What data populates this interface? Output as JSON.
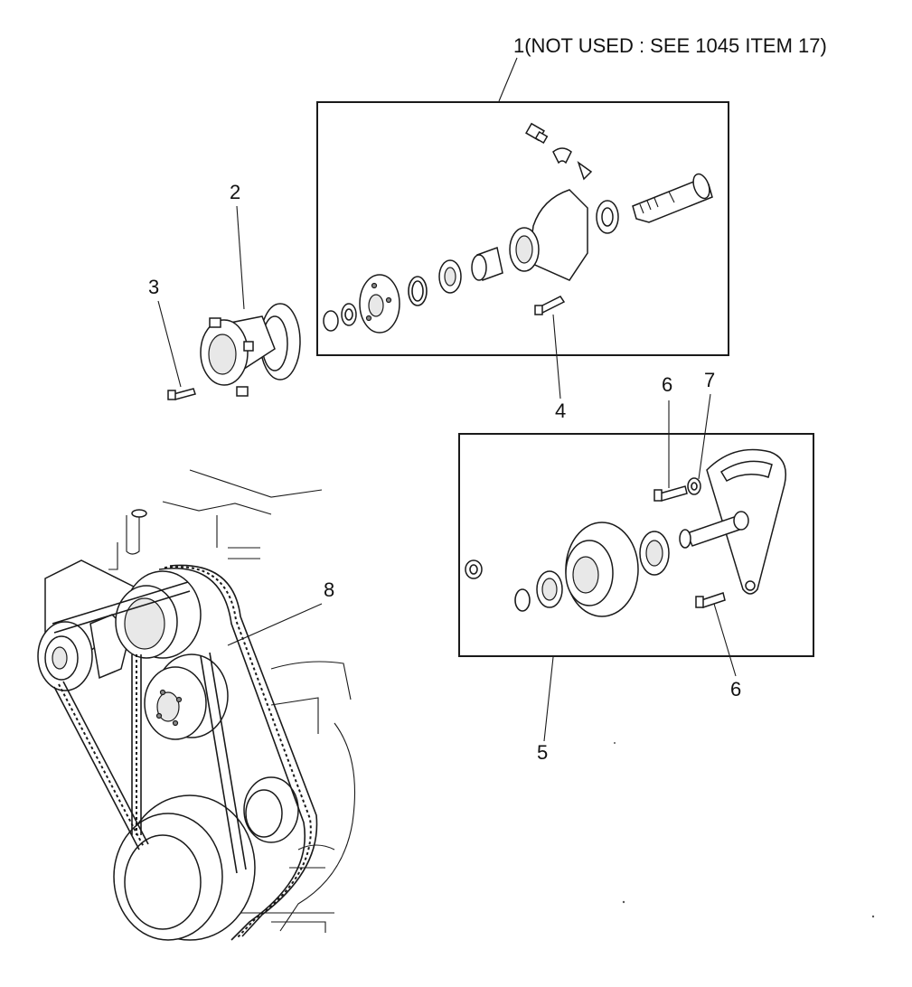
{
  "callouts": [
    {
      "id": "1",
      "text": "1(NOT USED : SEE 1045 ITEM 17)"
    },
    {
      "id": "2",
      "text": "2"
    },
    {
      "id": "3",
      "text": "3"
    },
    {
      "id": "4",
      "text": "4"
    },
    {
      "id": "5",
      "text": "5"
    },
    {
      "id": "6a",
      "text": "6"
    },
    {
      "id": "7",
      "text": "7"
    },
    {
      "id": "8",
      "text": "8"
    },
    {
      "id": "6b",
      "text": "6"
    }
  ]
}
